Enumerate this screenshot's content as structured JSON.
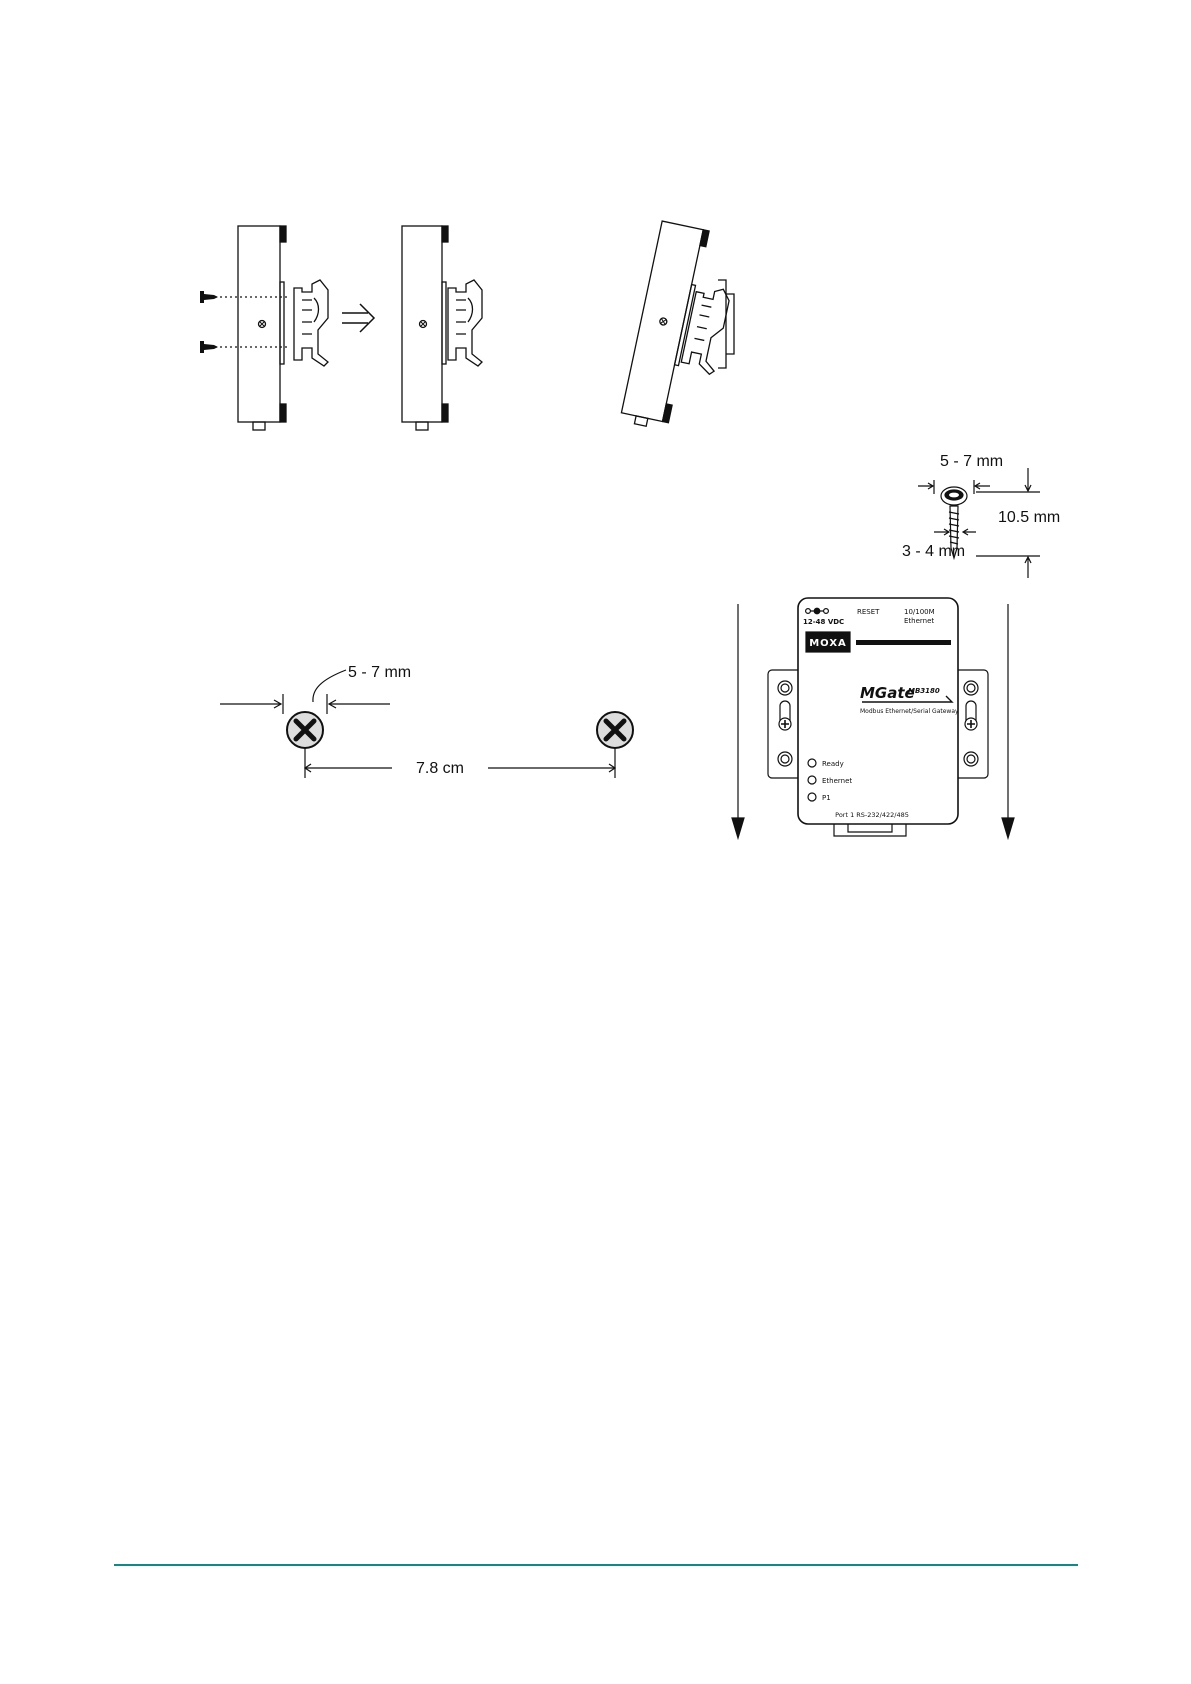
{
  "colors": {
    "footer_rule": "#0f8a87",
    "line": "#111111",
    "device_fill": "#ffffff"
  },
  "arrow_glyph": "⇒",
  "screw_dims": {
    "head": "5 - 7 mm",
    "length": "10.5 mm",
    "shaft": "3 - 4 mm"
  },
  "wall_mount": {
    "head_label": "5 - 7 mm",
    "spacing_label": "7.8 cm"
  },
  "device": {
    "power_label": "12-48 VDC",
    "reset_label": "RESET",
    "ethernet_speed_label": "10/100M",
    "ethernet_label": "Ethernet",
    "brand": "MOXA",
    "product_name": "MGate",
    "model": "MB3180",
    "description": "Modbus Ethernet/Serial Gateway",
    "led_ready": "Ready",
    "led_ethernet": "Ethernet",
    "led_p1": "P1",
    "port_label": "Port 1 RS-232/422/485"
  },
  "icons": [
    "screw-icon",
    "arrow-right-icon",
    "screw-head-icon",
    "down-arrow-icon"
  ]
}
